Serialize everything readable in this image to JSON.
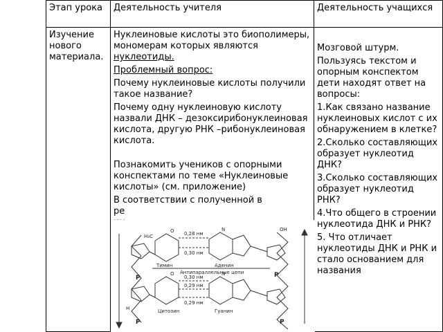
{
  "headers": {
    "stage": "Этап урока",
    "teacher": "Деятельность учителя",
    "students": "Деятельность учащихся"
  },
  "stage_cell": "Изучение нового материала.",
  "teacher": {
    "p1_text": "Нуклеиновые кислоты это биополимеры, мономерам которых являются ",
    "p1_underlined": "нуклеотиды.",
    "problem_label": "Проблемный вопрос:",
    "q1": "Почему нуклеиновые кислоты получили такое название?",
    "q2": "Почему одну нуклеиновую кислоту назвали ДНК – дезоксирибонуклеиновая кислота, другую РНК –рибонуклеиновая кислота.",
    "intro": "Познакомить учеников с опорными конспектами по теме «Нуклеиновые кислоты» (см. приложение)",
    "p_last": "В соответствии с полученной в",
    "frag1": "ре",
    "frag2": "ин",
    "frag3": "ма",
    "frag4": "и Р"
  },
  "students": {
    "brainstorm": "Мозговой штурм.",
    "task": "Пользуясь текстом и опорным конспектом дети находят ответ на вопросы:",
    "q1": "1.Как связано название нуклеиновых кислот с их обнаружением в клетке?",
    "q2": "2.Сколько составляющих образует нуклеотид ДНК?",
    "q3": "3.Сколько составляющих образует нуклеотид РНК?",
    "q4": "4.Что общего в строении нуклеотида ДНК и РНК?",
    "q5": "5. Что отличает нуклеотиды ДНК и РНК и стало основанием для названия"
  },
  "diagram": {
    "d1": "0,28 нм",
    "d2": "0,30 нм",
    "d3": "0,29 нм",
    "d4": "0,30 нм",
    "d5": "0,29 нм",
    "base1": "Тимин",
    "base2": "Аденин",
    "base3": "Цитозин",
    "base4": "Гуанин",
    "chain": "Антипараллельные цепи",
    "h3c": "H₃C",
    "n": "N",
    "o": "O",
    "oh": "OH",
    "h": "H",
    "p": "P"
  }
}
